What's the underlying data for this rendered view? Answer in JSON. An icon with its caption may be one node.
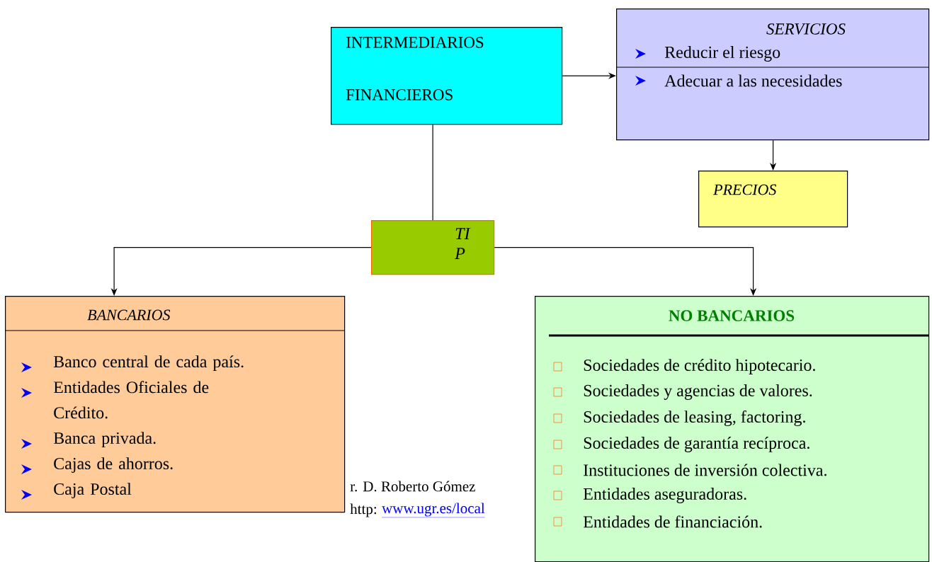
{
  "diagram": {
    "nodes": [
      {
        "text": [
          "INTERMEDIARIOS FINANCIEROS"
        ]
      },
      {
        "text": [
          "SERVICIOS",
          "Reducir el riesgo",
          "Adecuar a las necesidades"
        ]
      },
      {
        "text": [
          "PRECIOS"
        ]
      },
      {
        "text": [
          "TI P"
        ]
      },
      {
        "text": [
          "BANCARIOS",
          "Banco central de cada país.",
          "Entidades Oficiales de Crédito.",
          "Banca privada.",
          "Cajas de ahorros.",
          "Caja Postal"
        ]
      },
      {
        "text": [
          "NO BANCARIOS",
          "Sociedades de crédito hipotecario.",
          "Sociedades y agencias de valores.",
          "Sociedades de leasing, factoring.",
          "Sociedades de garantía recíproca.",
          "Instituciones de inversión colectiva.",
          "Entidades aseguradoras.",
          "Entidades de financiación."
        ]
      }
    ],
    "edges": [
      {
        "from": 0,
        "to": 1,
        "arrow": "to"
      },
      {
        "from": 1,
        "to": 2,
        "arrow": "to"
      },
      {
        "from": 0,
        "to": 3,
        "arrow": "none"
      },
      {
        "from": 3,
        "to": 4,
        "arrow": "to"
      },
      {
        "from": 3,
        "to": 5,
        "arrow": "to"
      }
    ],
    "labels": [
      "r. D. Roberto Gómez",
      "http:",
      "www.ugr.es/local"
    ]
  }
}
